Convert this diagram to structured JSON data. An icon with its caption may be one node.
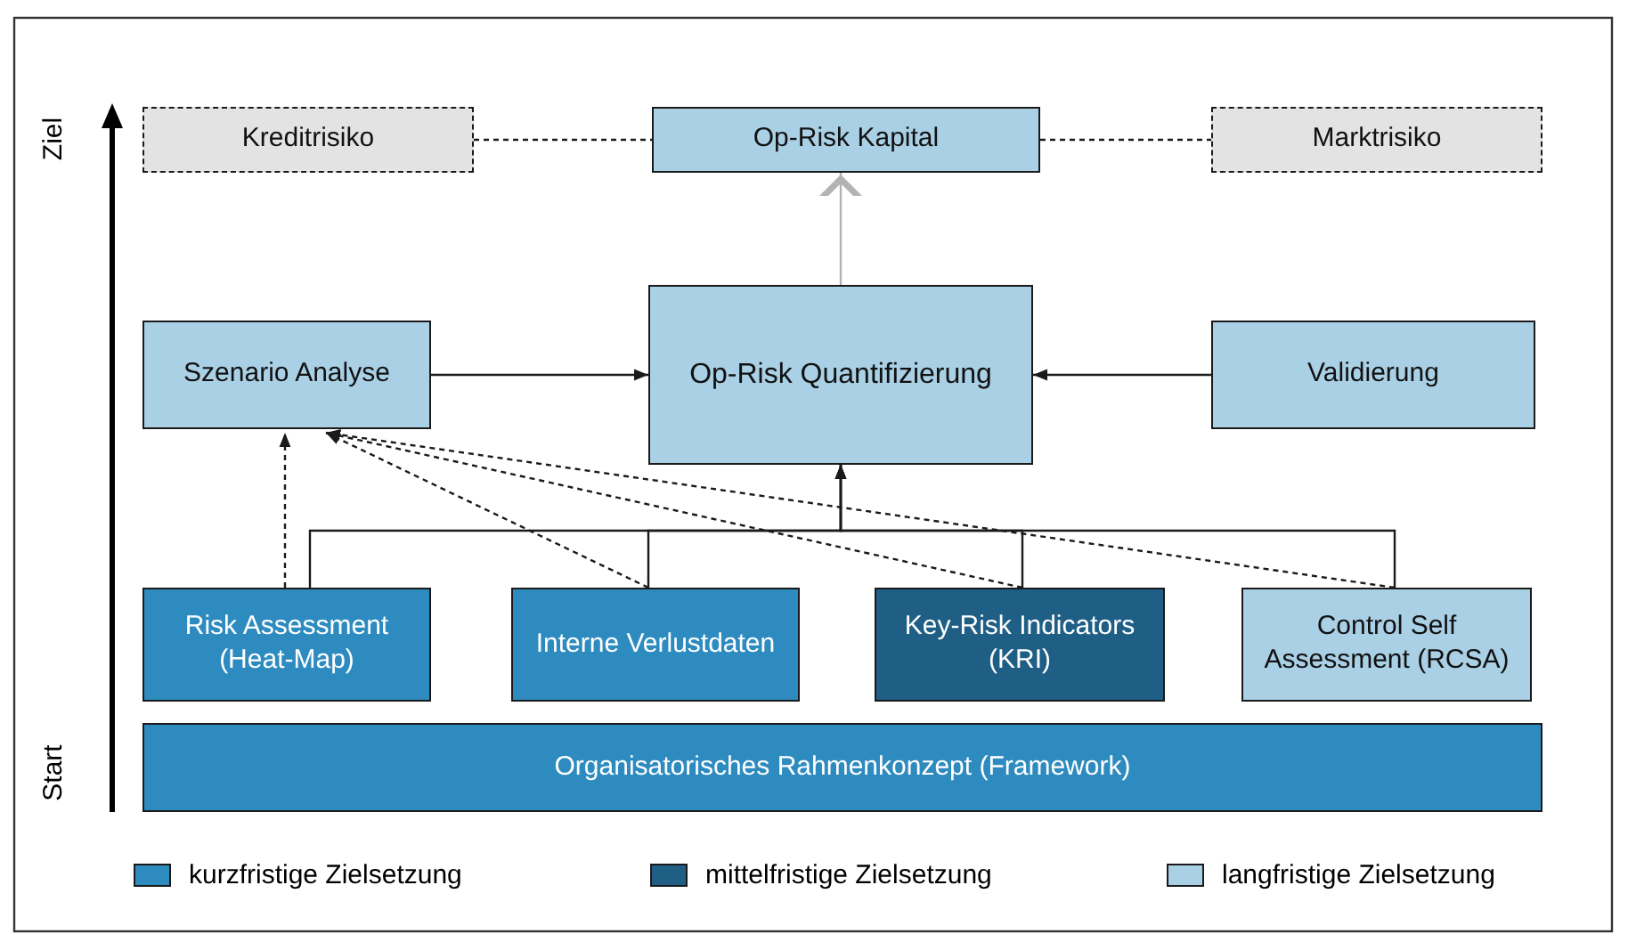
{
  "diagram": {
    "nodes": [
      {
        "text": [
          "Kreditrisiko"
        ]
      },
      {
        "text": [
          "Op-Risk Kapital"
        ]
      },
      {
        "text": [
          "Marktrisiko"
        ]
      },
      {
        "text": [
          "Szenario Analyse"
        ]
      },
      {
        "text": [
          "Op-Risk Quantifizierung"
        ]
      },
      {
        "text": [
          "Validierung"
        ]
      },
      {
        "text": [
          "Risk Assessment (Heat-Map)"
        ]
      },
      {
        "text": [
          "Interne Verlustdaten"
        ]
      },
      {
        "text": [
          "Key-Risk Indicators (KRI)"
        ]
      },
      {
        "text": [
          "Control Self Assessment (RCSA)"
        ]
      },
      {
        "text": [
          "Organisatorisches Rahmenkonzept (Framework)"
        ]
      }
    ],
    "edges": [
      {
        "from": 0,
        "to": 1,
        "arrow": "none",
        "style": "dashed"
      },
      {
        "from": 1,
        "to": 2,
        "arrow": "none",
        "style": "dashed"
      },
      {
        "from": 4,
        "to": 1,
        "arrow": "to",
        "color": "#b3b3b3"
      },
      {
        "from": 3,
        "to": 4,
        "arrow": "to"
      },
      {
        "from": 5,
        "to": 4,
        "arrow": "to"
      },
      {
        "from": 6,
        "to": 4,
        "arrow": "to"
      },
      {
        "from": 7,
        "to": 4,
        "arrow": "to"
      },
      {
        "from": 8,
        "to": 4,
        "arrow": "to"
      },
      {
        "from": 9,
        "to": 4,
        "arrow": "to"
      },
      {
        "from": 6,
        "to": 3,
        "arrow": "to",
        "style": "dashed"
      },
      {
        "from": 7,
        "to": 3,
        "arrow": "to",
        "style": "dashed"
      },
      {
        "from": 8,
        "to": 3,
        "arrow": "to",
        "style": "dashed"
      },
      {
        "from": 9,
        "to": 3,
        "arrow": "to",
        "style": "dashed"
      }
    ],
    "labels": [
      "Ziel",
      "Start"
    ],
    "legend": [
      {
        "text": "kurzfristige Zielsetzung",
        "color": "#2e8bc0"
      },
      {
        "text": "mittelfristige Zielsetzung",
        "color": "#1f5f86"
      },
      {
        "text": "langfristige Zielsetzung",
        "color": "#aad0e6"
      }
    ]
  }
}
